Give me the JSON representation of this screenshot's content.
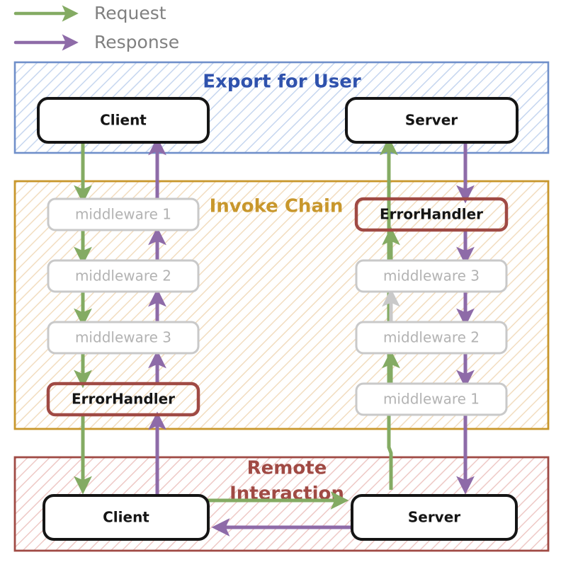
{
  "legend": {
    "items": [
      {
        "label": "Request",
        "color": "#84ab63",
        "icon": "arrow-right-icon"
      },
      {
        "label": "Response",
        "color": "#8e6ba8",
        "icon": "arrow-right-icon"
      }
    ]
  },
  "colors": {
    "request_green": "#84ab63",
    "response_purple": "#8e6ba8",
    "inactive_gray": "#c9c9c9",
    "export_blue": "#2f52ad",
    "export_blue_border": "#6f8fca",
    "chain_gold": "#c8972c",
    "remote_red": "#a04a44",
    "errorhandler_border": "#a04a44",
    "node_gray_border": "#c9c9c9",
    "node_gray_text": "#b3b3b3",
    "node_black": "#151515"
  },
  "sections": [
    {
      "id": "export-for-user",
      "title": "Export for User",
      "nodes": [
        {
          "id": "client-top",
          "label": "Client",
          "style": "black"
        },
        {
          "id": "server-top",
          "label": "Server",
          "style": "black"
        }
      ]
    },
    {
      "id": "invoke-chain",
      "title": "Invoke Chain",
      "left_column": [
        {
          "id": "mw-l-1",
          "label": "middleware 1",
          "style": "muted"
        },
        {
          "id": "mw-l-2",
          "label": "middleware 2",
          "style": "muted"
        },
        {
          "id": "mw-l-3",
          "label": "middleware 3",
          "style": "muted"
        },
        {
          "id": "eh-left",
          "label": "ErrorHandler",
          "style": "error"
        }
      ],
      "right_column": [
        {
          "id": "eh-right",
          "label": "ErrorHandler",
          "style": "error"
        },
        {
          "id": "mw-r-3",
          "label": "middleware 3",
          "style": "muted"
        },
        {
          "id": "mw-r-2",
          "label": "middleware 2",
          "style": "muted"
        },
        {
          "id": "mw-r-1",
          "label": "middleware 1",
          "style": "muted"
        }
      ]
    },
    {
      "id": "remote-interaction",
      "title_line1": "Remote",
      "title_line2": "Interaction",
      "nodes": [
        {
          "id": "client-bottom",
          "label": "Client",
          "style": "black"
        },
        {
          "id": "server-bottom",
          "label": "Server",
          "style": "black"
        }
      ]
    }
  ]
}
